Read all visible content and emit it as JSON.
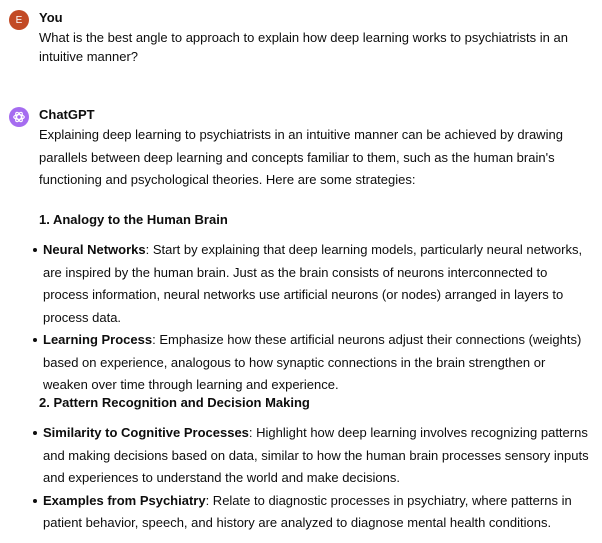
{
  "user_message": {
    "avatar_letter": "E",
    "author": "You",
    "text": "What is the best angle to approach to explain how deep learning works to psychiatrists in an intuitive manner?"
  },
  "assistant_message": {
    "avatar_icon": "openai-logo-icon",
    "author": "ChatGPT",
    "intro": "Explaining deep learning to psychiatrists in an intuitive manner can be achieved by drawing parallels between deep learning and concepts familiar to them, such as the human brain's functioning and psychological theories. Here are some strategies:",
    "sections": [
      {
        "heading": "1. Analogy to the Human Brain",
        "items": [
          {
            "term": "Neural Networks",
            "text": ": Start by explaining that deep learning models, particularly neural networks, are inspired by the human brain. Just as the brain consists of neurons interconnected to process information, neural networks use artificial neurons (or nodes) arranged in layers to process data."
          },
          {
            "term": "Learning Process",
            "text": ": Emphasize how these artificial neurons adjust their connections (weights) based on experience, analogous to how synaptic connections in the brain strengthen or weaken over time through learning and experience."
          }
        ]
      },
      {
        "heading": "2. Pattern Recognition and Decision Making",
        "items": [
          {
            "term": "Similarity to Cognitive Processes",
            "text": ": Highlight how deep learning involves recognizing patterns and making decisions based on data, similar to how the human brain processes sensory inputs and experiences to understand the world and make decisions."
          },
          {
            "term": "Examples from Psychiatry",
            "text": ": Relate to diagnostic processes in psychiatry, where patterns in patient behavior, speech, and history are analyzed to diagnose mental health conditions."
          }
        ]
      }
    ]
  }
}
